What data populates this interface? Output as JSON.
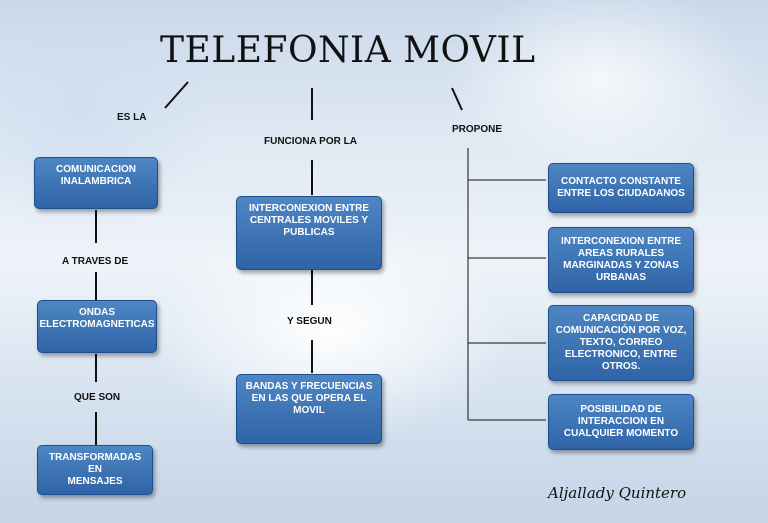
{
  "title": "TELEFONIA MOVIL",
  "author": "Aljallady Quintero",
  "labels": {
    "es_la": "ES LA",
    "funciona_por_la": "FUNCIONA POR LA",
    "propone": "PROPONE",
    "a_traves_de": "A TRAVES DE",
    "y_segun": "Y SEGUN",
    "que_son": "QUE SON"
  },
  "nodes": {
    "comunicacion": "COMUNICACION\nINALAMBRICA",
    "ondas": "ONDAS\nELECTROMAGNETICAS",
    "transformadas": "TRANSFORMADAS EN\nMENSAJES",
    "interconexion_centrales": "INTERCONEXION ENTRE\nCENTRALES MOVILES Y\nPUBLICAS",
    "bandas": "BANDAS Y FRECUENCIAS\nEN LAS QUE OPERA EL\nMOVIL",
    "contacto": "CONTACTO CONSTANTE\nENTRE LOS CIUDADANOS",
    "interconexion_areas": "INTERCONEXION ENTRE\nAREAS RURALES\nMARGINADAS Y ZONAS\nURBANAS",
    "capacidad": "CAPACIDAD DE\nCOMUNICACIÓN POR VOZ,\nTEXTO, CORREO\nELECTRONICO, ENTRE\nOTROS.",
    "posibilidad": "POSIBILIDAD DE\nINTERACCION EN\nCUALQUIER MOMENTO"
  }
}
